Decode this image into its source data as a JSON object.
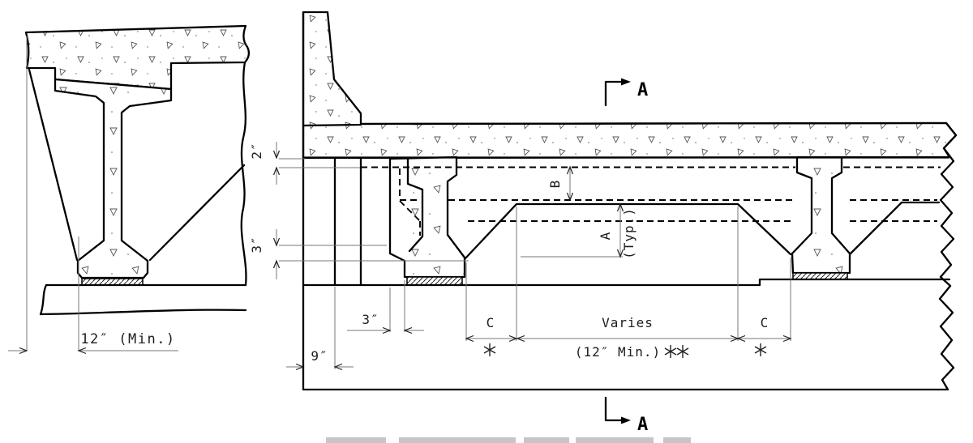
{
  "drawing": {
    "left_section": {
      "dim_12_min": "12″ (Min.)"
    },
    "main_section": {
      "dim_2in": "2″",
      "dim_3in_vertical": "3″",
      "dim_B": "B",
      "dim_A": "A",
      "dim_A_typ": "(Typ.)",
      "dim_3in_horizontal": "3″",
      "dim_9in": "9″",
      "dim_C_left": "C",
      "dim_varies": "Varies",
      "dim_12in_min": "(12″ Min.)",
      "dim_C_right": "C",
      "note_single_asterisk": "✳",
      "note_double_asterisk": "✳✳",
      "section_marker_top": "A",
      "section_marker_bottom": "A"
    },
    "colors": {
      "object_line": "#000000",
      "dimension_line": "#777777",
      "background": "#ffffff"
    }
  }
}
